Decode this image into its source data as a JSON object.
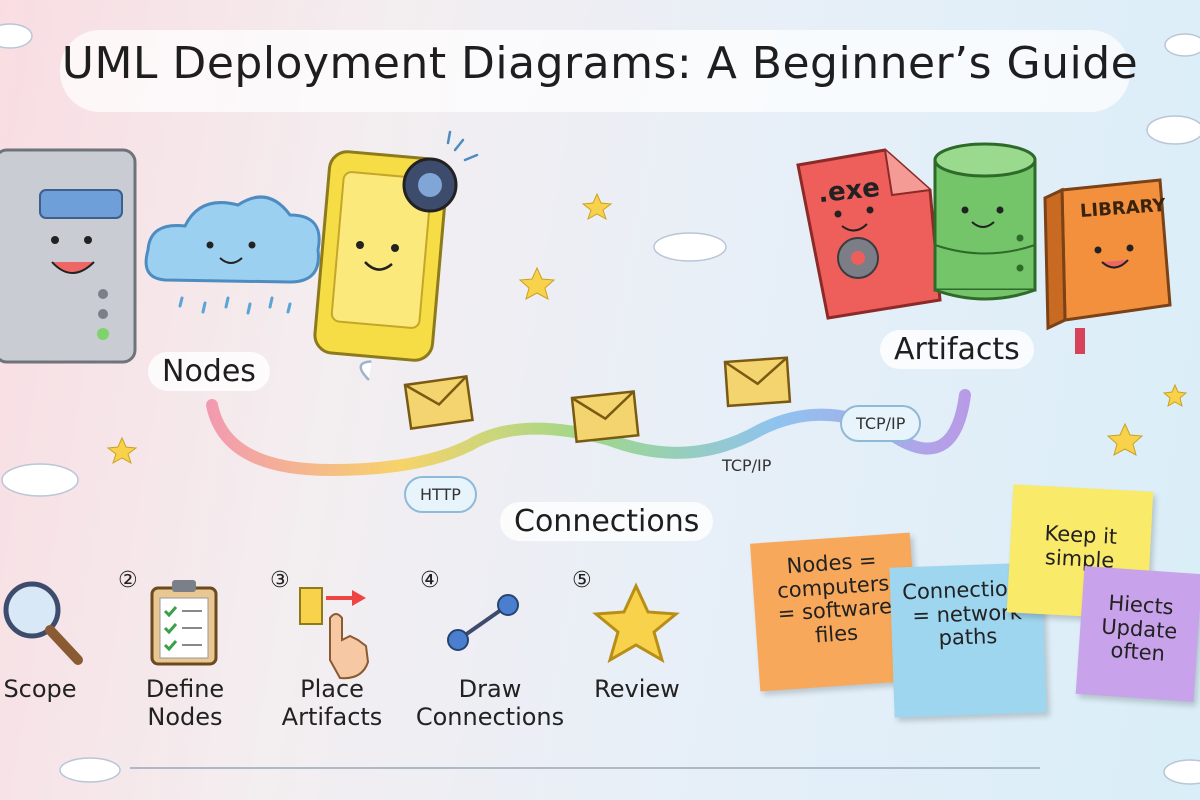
{
  "title": "UML Deployment Diagrams: A Beginner’s Guide",
  "sections": {
    "nodes_label": "Nodes",
    "artifacts_label": "Artifacts",
    "connections_label": "Connections"
  },
  "artifacts": {
    "exe_label": ".exe",
    "library_label": "LIBRARY"
  },
  "protocols": {
    "http": "HTTP",
    "tcpip_on_path": "TCP/IP",
    "tcpip_bubble": "TCP/IP"
  },
  "steps": [
    {
      "number": "",
      "label": "Scope"
    },
    {
      "number": "②",
      "label": "Define\nNodes"
    },
    {
      "number": "③",
      "label": "Place\nArtifacts"
    },
    {
      "number": "④",
      "label": "Draw\nConnections"
    },
    {
      "number": "⑤",
      "label": "Review"
    }
  ],
  "notes": [
    {
      "text": "Nodes =\ncomputers\n= software\nfiles",
      "color": "#f7a85a"
    },
    {
      "text": "Connections\n= network\npaths",
      "color": "#9fd6ef"
    },
    {
      "text": "Keep it\nsimple",
      "color": "#f9ea6a"
    },
    {
      "text": "Hiects\nUpdate\noften",
      "color": "#c8a2ea"
    }
  ],
  "colors": {
    "server": "#c9ccd3",
    "cloud": "#9cd0f1",
    "phone": "#f6dc45",
    "exe_file": "#ee5e5a",
    "database": "#74c46a",
    "book": "#f2903e",
    "envelope": "#f3d46e"
  }
}
